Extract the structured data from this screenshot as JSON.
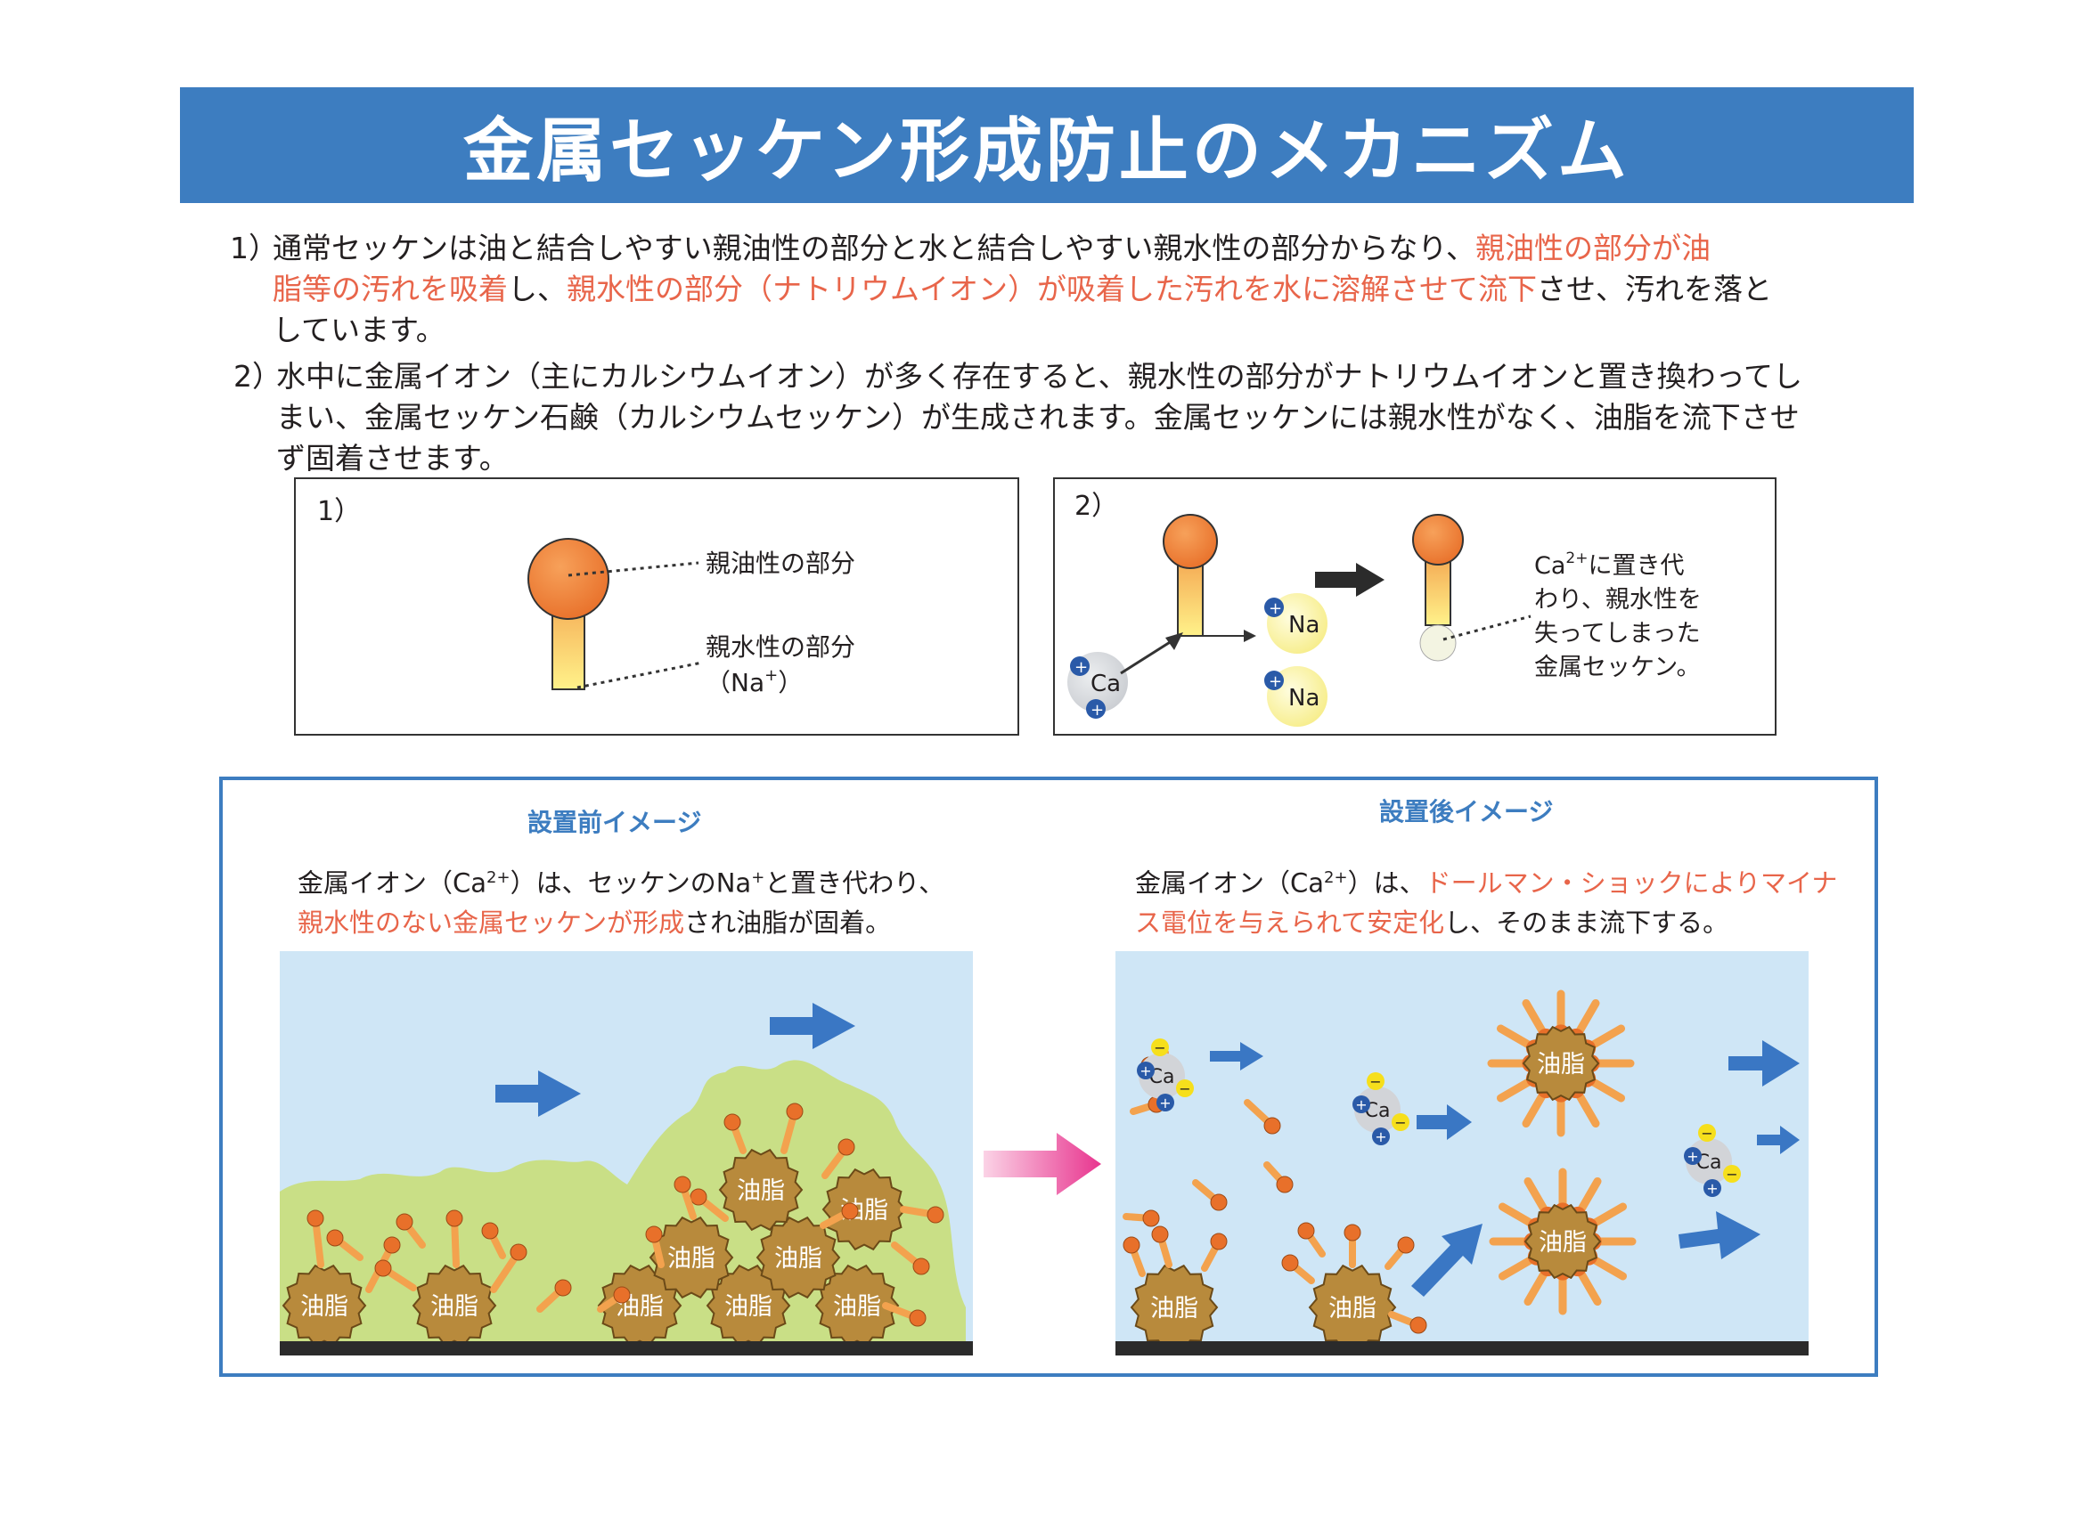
{
  "title": "金属セッケン形成防止のメカニズム",
  "section1": {
    "num": "1）",
    "lines": [
      [
        {
          "t": "通常セッケンは油と結合しやすい親油性の部分と水と結合しやすい親水性の部分からなり、",
          "hl": false
        },
        {
          "t": "親油性の部分が油",
          "hl": true
        }
      ],
      [
        {
          "t": "脂等の汚れを吸着",
          "hl": true
        },
        {
          "t": "し、",
          "hl": false
        },
        {
          "t": "親水性の部分（ナトリウムイオン）が吸着した汚れを水に溶解させて流下",
          "hl": true
        },
        {
          "t": "させ、汚れを落と",
          "hl": false
        }
      ],
      [
        {
          "t": "しています。",
          "hl": false
        }
      ]
    ]
  },
  "section2": {
    "num": "2）",
    "lines": [
      "水中に金属イオン（主にカルシウムイオン）が多く存在すると、親水性の部分がナトリウムイオンと置き換わってし",
      "まい、金属セッケン石鹸（カルシウムセッケン）が生成されます。金属セッケンには親水性がなく、油脂を流下させ",
      "ず固着させます。"
    ]
  },
  "diagram1": {
    "label": "1）",
    "lipophilic_label": "親油性の部分",
    "hydrophilic_label": "親水性の部分",
    "na_label_pre": "（Na",
    "na_sup": "+",
    "na_label_post": "）"
  },
  "diagram2": {
    "label": "2）",
    "ca_label": "Ca",
    "na_label": "Na",
    "plus": "+",
    "note_ca": "Ca",
    "note_sup": "2+",
    "note_lines": [
      "に置き代",
      "わり、親水性を",
      "失ってしまった",
      "金属セッケン。"
    ]
  },
  "before": {
    "heading": "設置前イメージ",
    "caption_line1_a": "金属イオン（Ca",
    "caption_line1_sup": "2+",
    "caption_line1_b": "）は、セッケンのNa",
    "caption_line1_sup2": "+",
    "caption_line1_c": "と置き代わり、",
    "caption_line2_hl": "親水性のない金属セッケンが形成",
    "caption_line2_rest": "され油脂が固着。",
    "oil_label": "油脂"
  },
  "after": {
    "heading": "設置後イメージ",
    "caption_line1_a": "金属イオン（Ca",
    "caption_line1_sup": "2+",
    "caption_line1_b": "）は、",
    "caption_line1_hl": "ドールマン・ショックによりマイナ",
    "caption_line2_hl": "ス電位を与えられて安定化",
    "caption_line2_rest": "し、そのまま流下する。",
    "oil_label": "油脂",
    "ca_label": "Ca",
    "plus": "+",
    "minus": "−"
  },
  "colors": {
    "banner": "#3d7dc0",
    "highlight": "#e8654a",
    "water": "#cfe6f6",
    "oil": "#b88a3c",
    "ca_ball": "#d2d4d8",
    "na_ball": "#fdf6a8",
    "flow_arrow": "#3a77c4",
    "pink_arrow": "#e8358f",
    "lime": "#c9df86"
  }
}
